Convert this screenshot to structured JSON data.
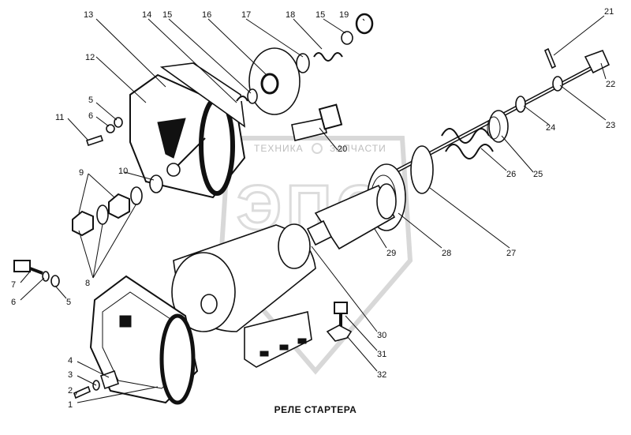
{
  "caption": "РЕЛЕ СТАРТЕРА",
  "watermark": {
    "top_text_left": "ТЕХНИКА",
    "top_text_right": "ЗАПЧАСТИ",
    "logo_letters": "ЭПС"
  },
  "colors": {
    "ink": "#111111",
    "watermark": "#d8d8d8",
    "background": "#ffffff"
  },
  "callouts": [
    {
      "id": "13",
      "label": "13"
    },
    {
      "id": "14",
      "label": "14"
    },
    {
      "id": "15a",
      "label": "15"
    },
    {
      "id": "16",
      "label": "16"
    },
    {
      "id": "17",
      "label": "17"
    },
    {
      "id": "18",
      "label": "18"
    },
    {
      "id": "15b",
      "label": "15"
    },
    {
      "id": "19",
      "label": "19"
    },
    {
      "id": "21",
      "label": "21"
    },
    {
      "id": "12",
      "label": "12"
    },
    {
      "id": "22",
      "label": "22"
    },
    {
      "id": "5a",
      "label": "5"
    },
    {
      "id": "6a",
      "label": "6"
    },
    {
      "id": "11",
      "label": "11"
    },
    {
      "id": "20",
      "label": "20"
    },
    {
      "id": "23",
      "label": "23"
    },
    {
      "id": "24",
      "label": "24"
    },
    {
      "id": "25",
      "label": "25"
    },
    {
      "id": "9",
      "label": "9"
    },
    {
      "id": "10",
      "label": "10"
    },
    {
      "id": "26",
      "label": "26"
    },
    {
      "id": "27",
      "label": "27"
    },
    {
      "id": "28",
      "label": "28"
    },
    {
      "id": "29",
      "label": "29"
    },
    {
      "id": "8",
      "label": "8"
    },
    {
      "id": "7",
      "label": "7"
    },
    {
      "id": "6b",
      "label": "6"
    },
    {
      "id": "5b",
      "label": "5"
    },
    {
      "id": "30",
      "label": "30"
    },
    {
      "id": "31",
      "label": "31"
    },
    {
      "id": "4",
      "label": "4"
    },
    {
      "id": "3",
      "label": "3"
    },
    {
      "id": "32",
      "label": "32"
    },
    {
      "id": "2",
      "label": "2"
    },
    {
      "id": "1",
      "label": "1"
    }
  ]
}
